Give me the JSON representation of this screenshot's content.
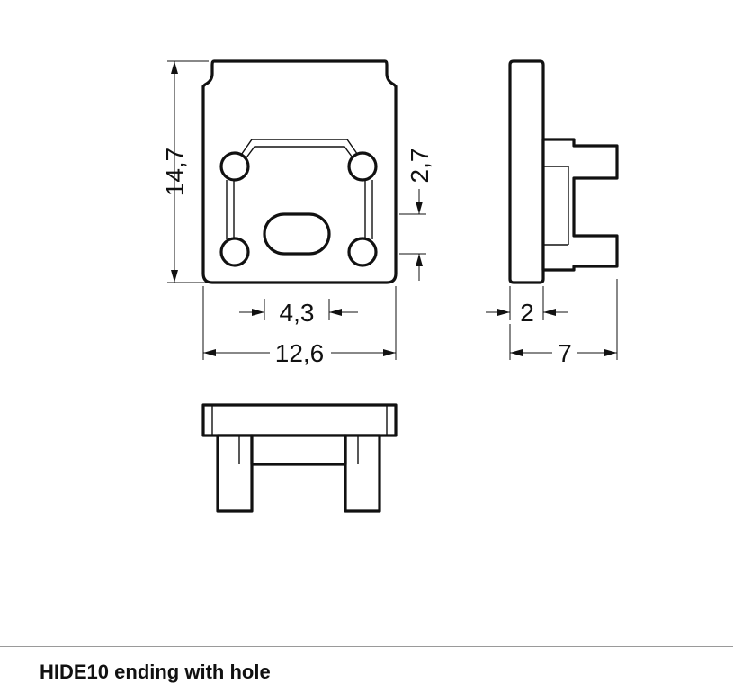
{
  "dimensions": {
    "height_total": "14,7",
    "hole_offset": "2,7",
    "hole_spacing": "4,3",
    "width_total": "12,6",
    "wall_thickness": "2",
    "depth_total": "7"
  },
  "caption": "HIDE10 ending with hole"
}
